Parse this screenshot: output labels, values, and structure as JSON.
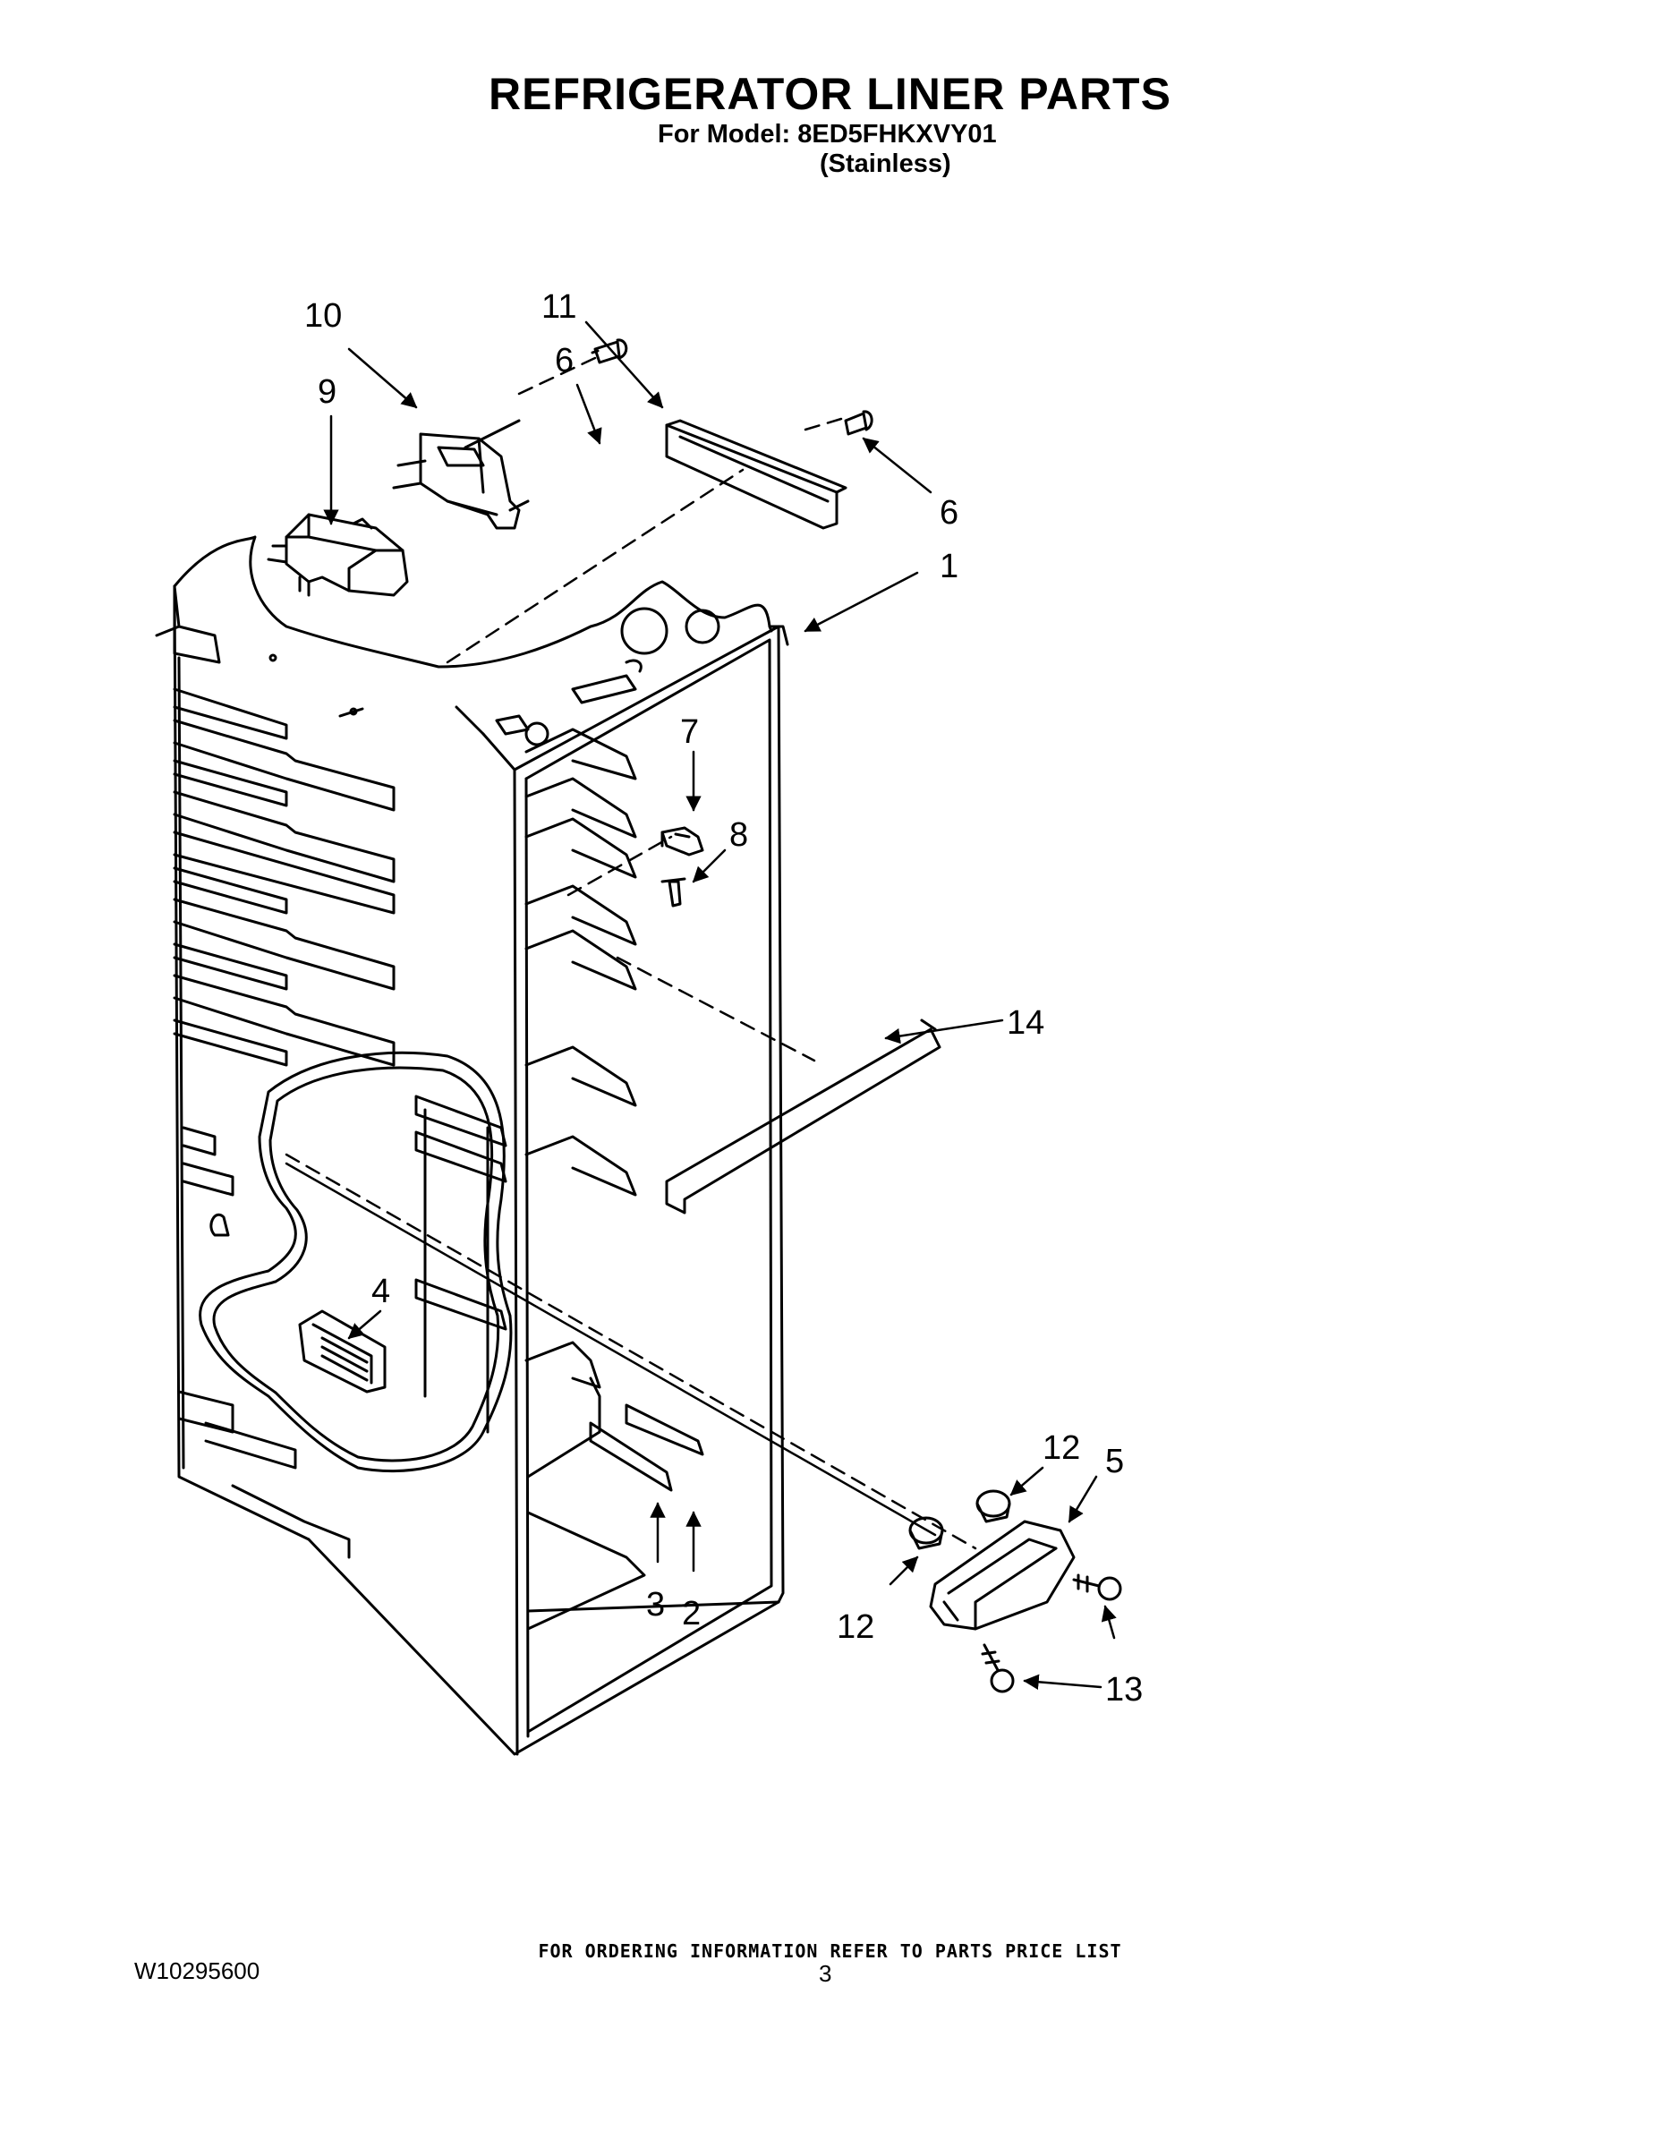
{
  "header": {
    "title": "REFRIGERATOR LINER PARTS",
    "model_line": "For Model: 8ED5FHKXVY01",
    "variant": "(Stainless)"
  },
  "callouts": [
    {
      "id": "c10",
      "label": "10"
    },
    {
      "id": "c11",
      "label": "11"
    },
    {
      "id": "c9",
      "label": "9"
    },
    {
      "id": "c6a",
      "label": "6"
    },
    {
      "id": "c6b",
      "label": "6"
    },
    {
      "id": "c1",
      "label": "1"
    },
    {
      "id": "c7",
      "label": "7"
    },
    {
      "id": "c8",
      "label": "8"
    },
    {
      "id": "c14",
      "label": "14"
    },
    {
      "id": "c4",
      "label": "4"
    },
    {
      "id": "c12a",
      "label": "12"
    },
    {
      "id": "c5",
      "label": "5"
    },
    {
      "id": "c12b",
      "label": "12"
    },
    {
      "id": "c3",
      "label": "3"
    },
    {
      "id": "c2",
      "label": "2"
    },
    {
      "id": "c13",
      "label": "13"
    }
  ],
  "footer": {
    "ordering_note": "FOR ORDERING INFORMATION REFER TO PARTS PRICE LIST",
    "doc_number": "W10295600",
    "page_number": "3"
  }
}
